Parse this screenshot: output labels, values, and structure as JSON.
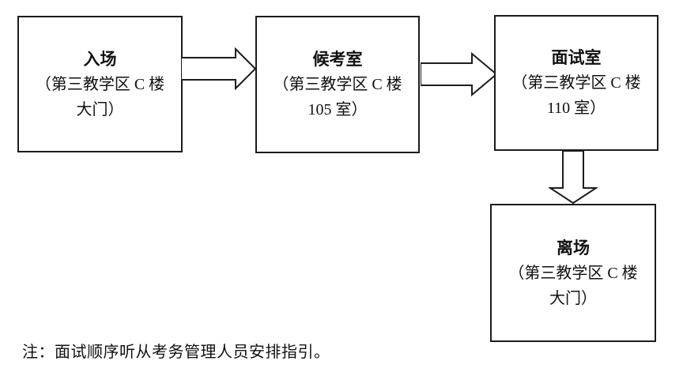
{
  "colors": {
    "background": "#ffffff",
    "border": "#1c1c1c",
    "text": "#111111"
  },
  "flowchart": {
    "nodes": [
      {
        "title": "入场",
        "line1": "（第三教学区 C 楼",
        "line2": "大门）"
      },
      {
        "title": "候考室",
        "line1": "（第三教学区 C 楼",
        "line2": "105 室）"
      },
      {
        "title": "面试室",
        "line1": "（第三教学区 C 楼",
        "line2": "110 室）"
      },
      {
        "title": "离场",
        "line1": "（第三教学区 C 楼",
        "line2": "大门）"
      }
    ],
    "arrow_icons": [
      "right-block-arrow",
      "right-block-arrow",
      "down-block-arrow"
    ],
    "note": "注：面试顺序听从考务管理人员安排指引。"
  }
}
